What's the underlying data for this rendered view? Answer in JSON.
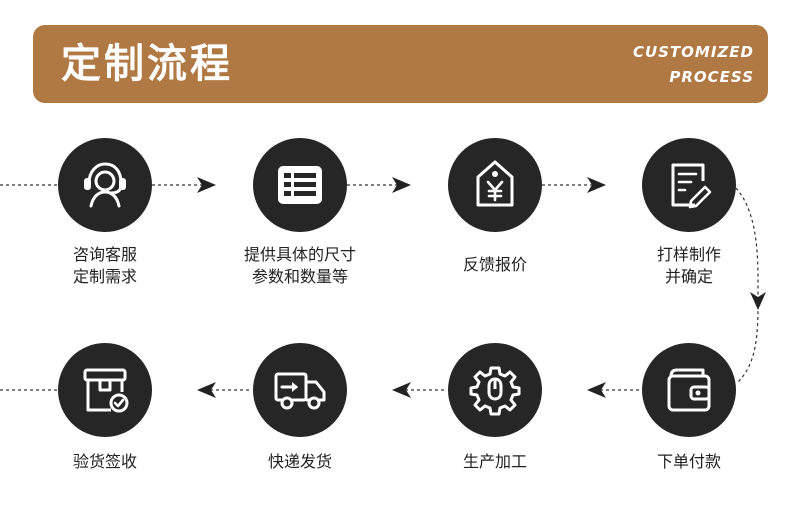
{
  "banner": {
    "title": "定制流程",
    "subtitle_line1": "CUSTOMIZED",
    "subtitle_line2": "PROCESS",
    "color": "#b07842"
  },
  "steps": [
    {
      "line1": "咨询客服",
      "line2": "定制需求",
      "icon": "customer-service-icon"
    },
    {
      "line1": "提供具体的尺寸",
      "line2": "参数和数量等",
      "icon": "list-icon"
    },
    {
      "line1": "反馈报价",
      "line2": "",
      "icon": "price-tag-icon"
    },
    {
      "line1": "打样制作",
      "line2": "并确定",
      "icon": "sample-edit-icon"
    },
    {
      "line1": "下单付款",
      "line2": "",
      "icon": "wallet-icon"
    },
    {
      "line1": "生产加工",
      "line2": "",
      "icon": "gear-icon"
    },
    {
      "line1": "快递发货",
      "line2": "",
      "icon": "delivery-truck-icon"
    },
    {
      "line1": "验货签收",
      "line2": "",
      "icon": "package-check-icon"
    }
  ],
  "colors": {
    "circle": "#262626",
    "connector": "#333333"
  }
}
